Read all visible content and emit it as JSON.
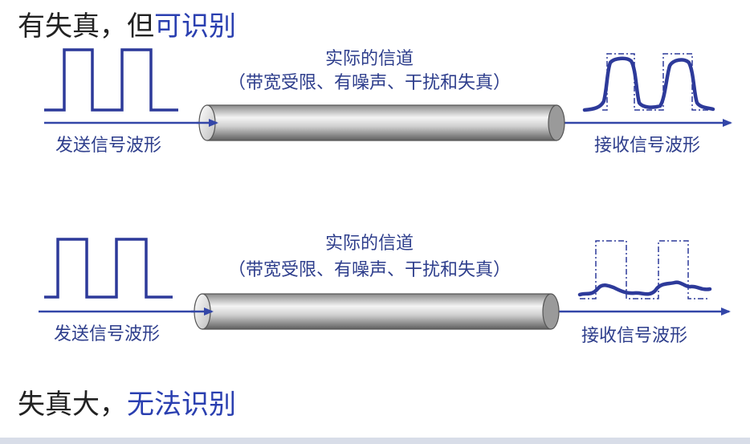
{
  "top": {
    "heading_part1": "有失真，但",
    "heading_part2": "可识别",
    "channel_title": "实际的信道",
    "channel_desc": "（带宽受限、有噪声、干扰和失真）",
    "send_label": "发送信号波形",
    "receive_label": "接收信号波形"
  },
  "bottom": {
    "heading_part1": "失真大，",
    "heading_part2": "无法识别",
    "channel_title": "实际的信道",
    "channel_desc": "（带宽受限、有噪声、干扰和失真）",
    "send_label": "发送信号波形",
    "receive_label": "接收信号波形"
  },
  "colors": {
    "heading_black": "#222222",
    "heading_blue": "#2a3fb0",
    "wave": "#2d3a9a",
    "line": "#3346a8",
    "pipe_dark": "#6e6e6e",
    "pipe_light": "#f2f2f2"
  }
}
